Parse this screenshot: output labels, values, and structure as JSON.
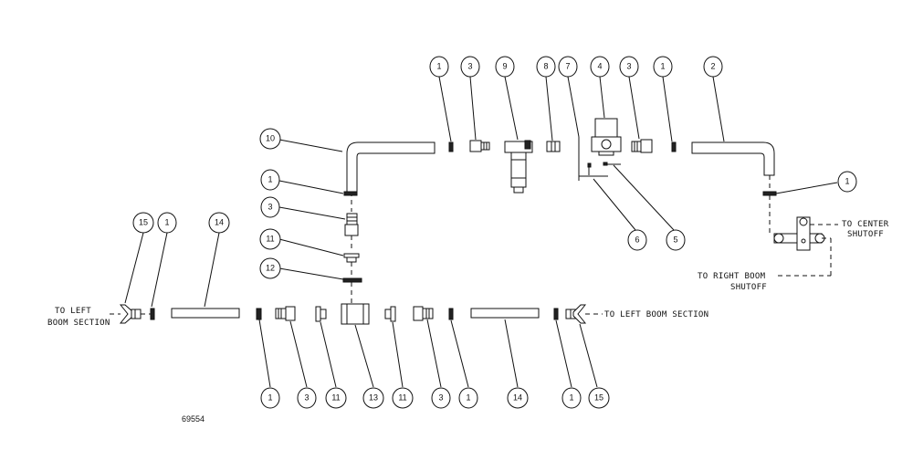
{
  "labels": {
    "to_left_boom_section_a_line1": "TO LEFT",
    "to_left_boom_section_a_line2": "BOOM SECTION",
    "to_left_boom_section_b": "TO LEFT BOOM SECTION",
    "to_center_shutoff_line1": "TO CENTER",
    "to_center_shutoff_line2": "SHUTOFF",
    "to_right_boom_shutoff_line1": "TO RIGHT BOOM",
    "to_right_boom_shutoff_line2": "SHUTOFF"
  },
  "figure_number": "69554",
  "callouts": [
    "1",
    "3",
    "9",
    "8",
    "7",
    "4",
    "3",
    "1",
    "2",
    "10",
    "1",
    "3",
    "11",
    "12",
    "15",
    "1",
    "14",
    "6",
    "5",
    "1",
    "1",
    "3",
    "11",
    "13",
    "11",
    "3",
    "1",
    "14",
    "1",
    "15"
  ],
  "colors": {
    "line": "#111111",
    "background": "#ffffff"
  }
}
